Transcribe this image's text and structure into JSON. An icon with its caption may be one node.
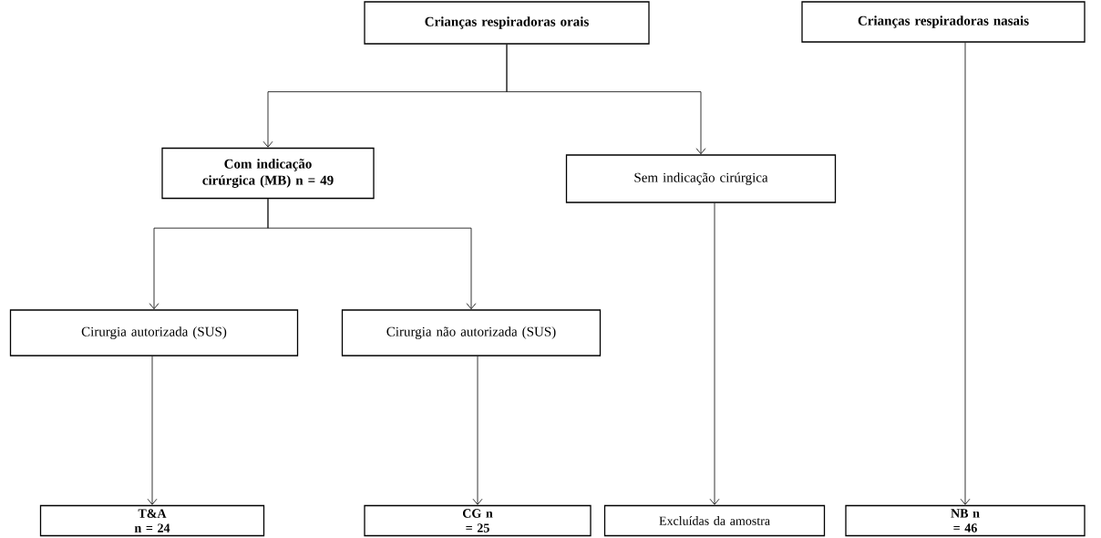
{
  "diagram": {
    "nodes": [
      {
        "text": [
          "Crianças respiradoras orais"
        ]
      },
      {
        "text": [
          "Crianças respiradoras nasais"
        ]
      },
      {
        "text": [
          "Com indicação cirúrgica (MB) n = 49"
        ]
      },
      {
        "text": [
          "Sem indicação cirúrgica"
        ]
      },
      {
        "text": [
          "Cirurgia autorizada (SUS)"
        ]
      },
      {
        "text": [
          "Cirurgia não autorizada (SUS)"
        ]
      },
      {
        "text": [
          "T&A n = 24"
        ]
      },
      {
        "text": [
          "CG n = 25"
        ]
      },
      {
        "text": [
          "Excluídas da amostra"
        ]
      },
      {
        "text": [
          "NB n = 46"
        ]
      }
    ],
    "edges": [
      {
        "from": 0,
        "to": 2,
        "arrow": "to"
      },
      {
        "from": 0,
        "to": 3,
        "arrow": "to"
      },
      {
        "from": 2,
        "to": 4,
        "arrow": "to"
      },
      {
        "from": 2,
        "to": 5,
        "arrow": "to"
      },
      {
        "from": 4,
        "to": 6,
        "arrow": "to"
      },
      {
        "from": 5,
        "to": 7,
        "arrow": "to"
      },
      {
        "from": 3,
        "to": 8,
        "arrow": "to"
      },
      {
        "from": 1,
        "to": 9,
        "arrow": "to"
      }
    ]
  }
}
